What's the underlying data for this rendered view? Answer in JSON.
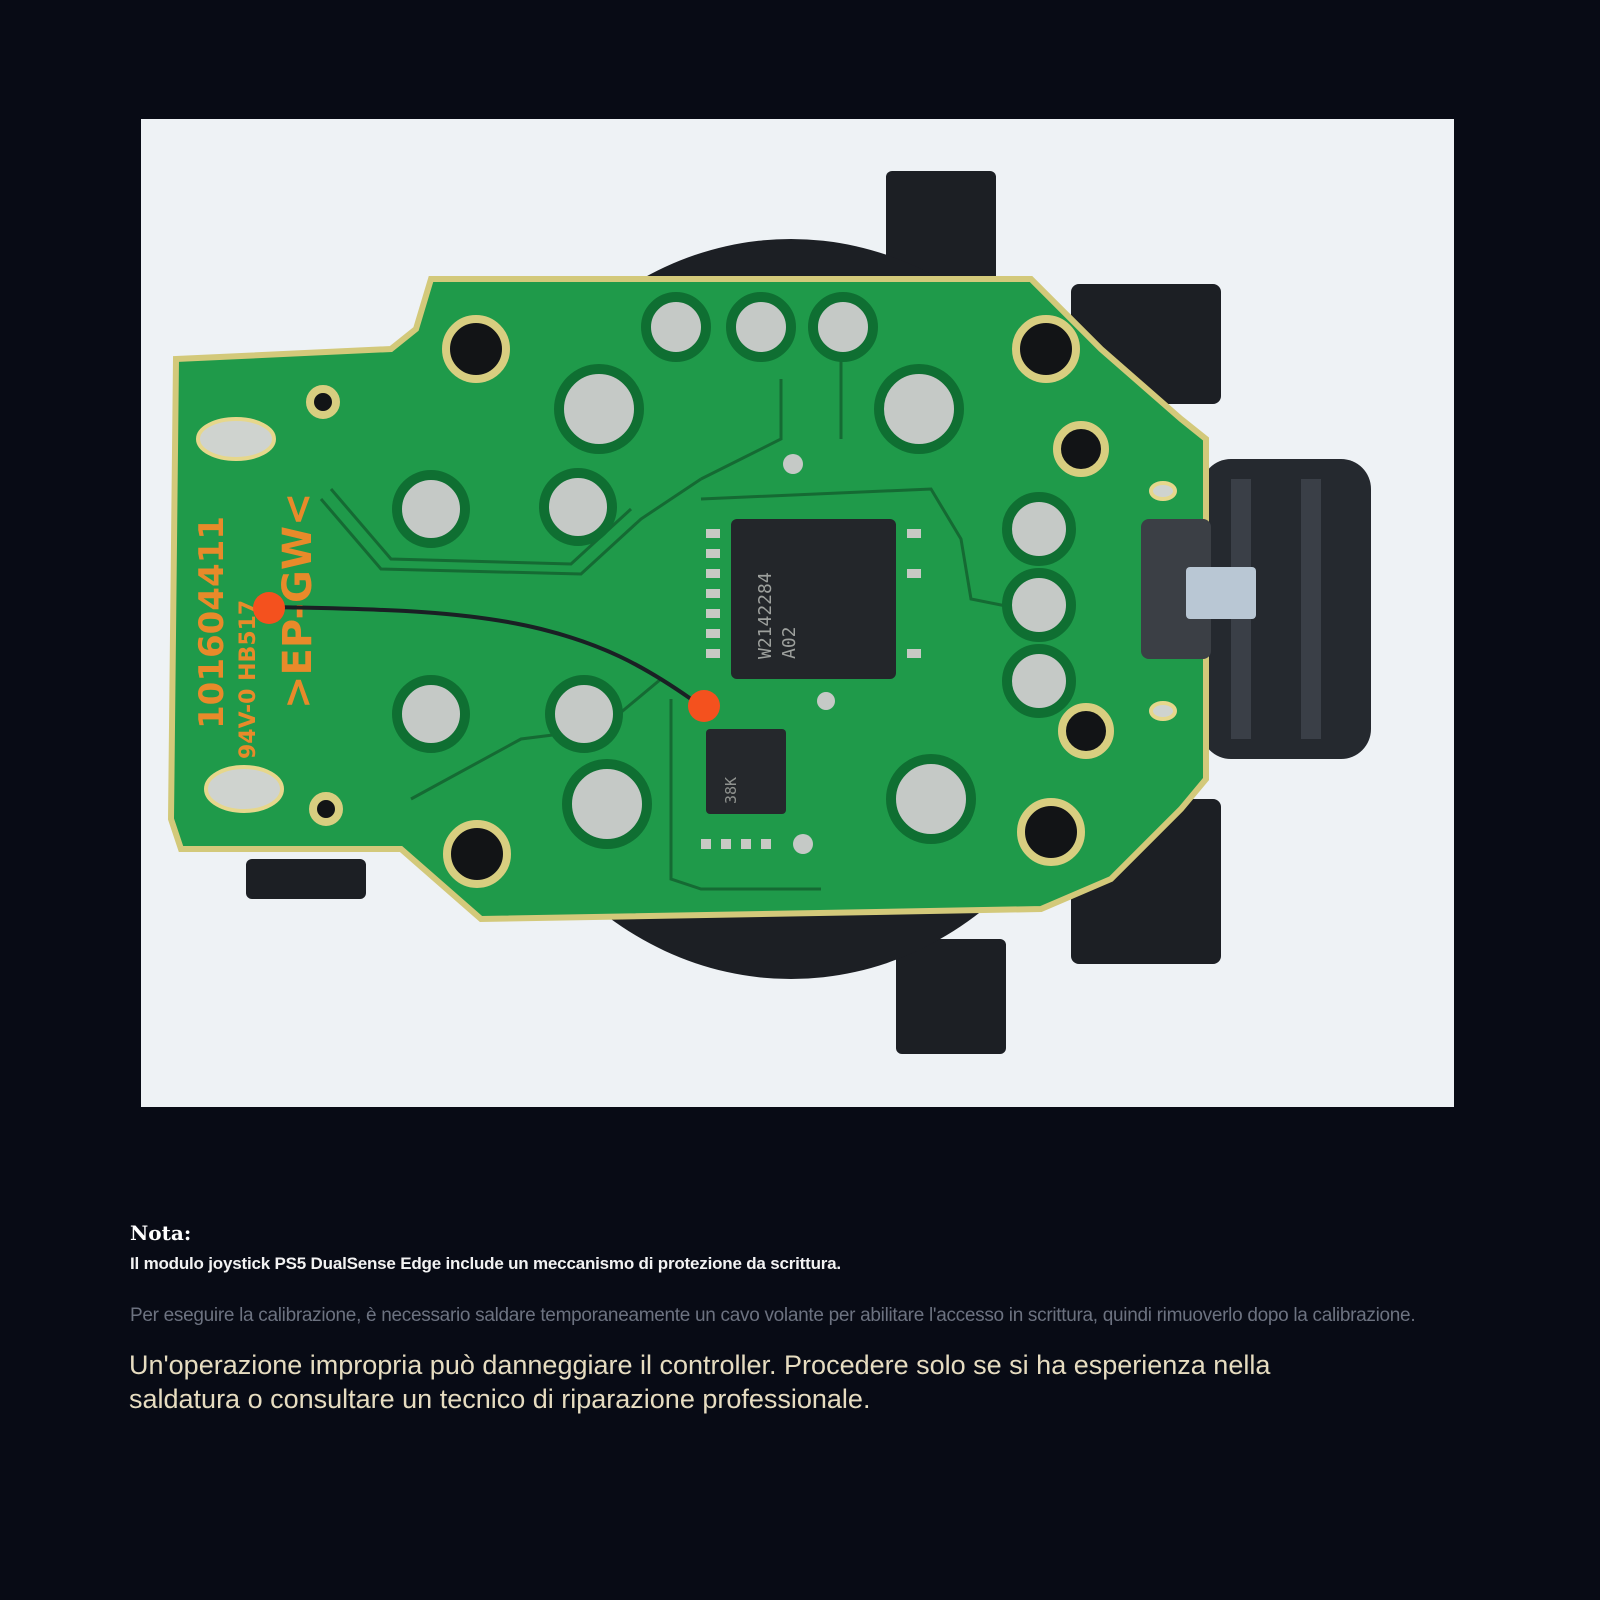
{
  "photo": {
    "chip_marking_line1": "W2142284",
    "chip_marking_line2": "A02",
    "small_chip_marking": "38K",
    "pcb_silkscreen_line1": "101604411",
    "pcb_silkscreen_line2": "94V-0 HB517",
    "pcb_silkscreen_line3": ">EP-GW<",
    "solder_point_color": "#f4511e",
    "pcb_color": "#1f9a4a",
    "background_color": "#eef2f5"
  },
  "note": {
    "title": "Nota:",
    "subtitle": "Il modulo joystick PS5 DualSense Edge include un meccanismo di protezione da scrittura.",
    "instruction": "Per eseguire la calibrazione, è necessario saldare temporaneamente un cavo volante per abilitare l'accesso in scrittura, quindi rimuoverlo dopo la calibrazione.",
    "warning": "Un'operazione impropria può danneggiare il controller. Procedere solo se si ha esperienza nella saldatura o consultare un tecnico di riparazione professionale."
  }
}
